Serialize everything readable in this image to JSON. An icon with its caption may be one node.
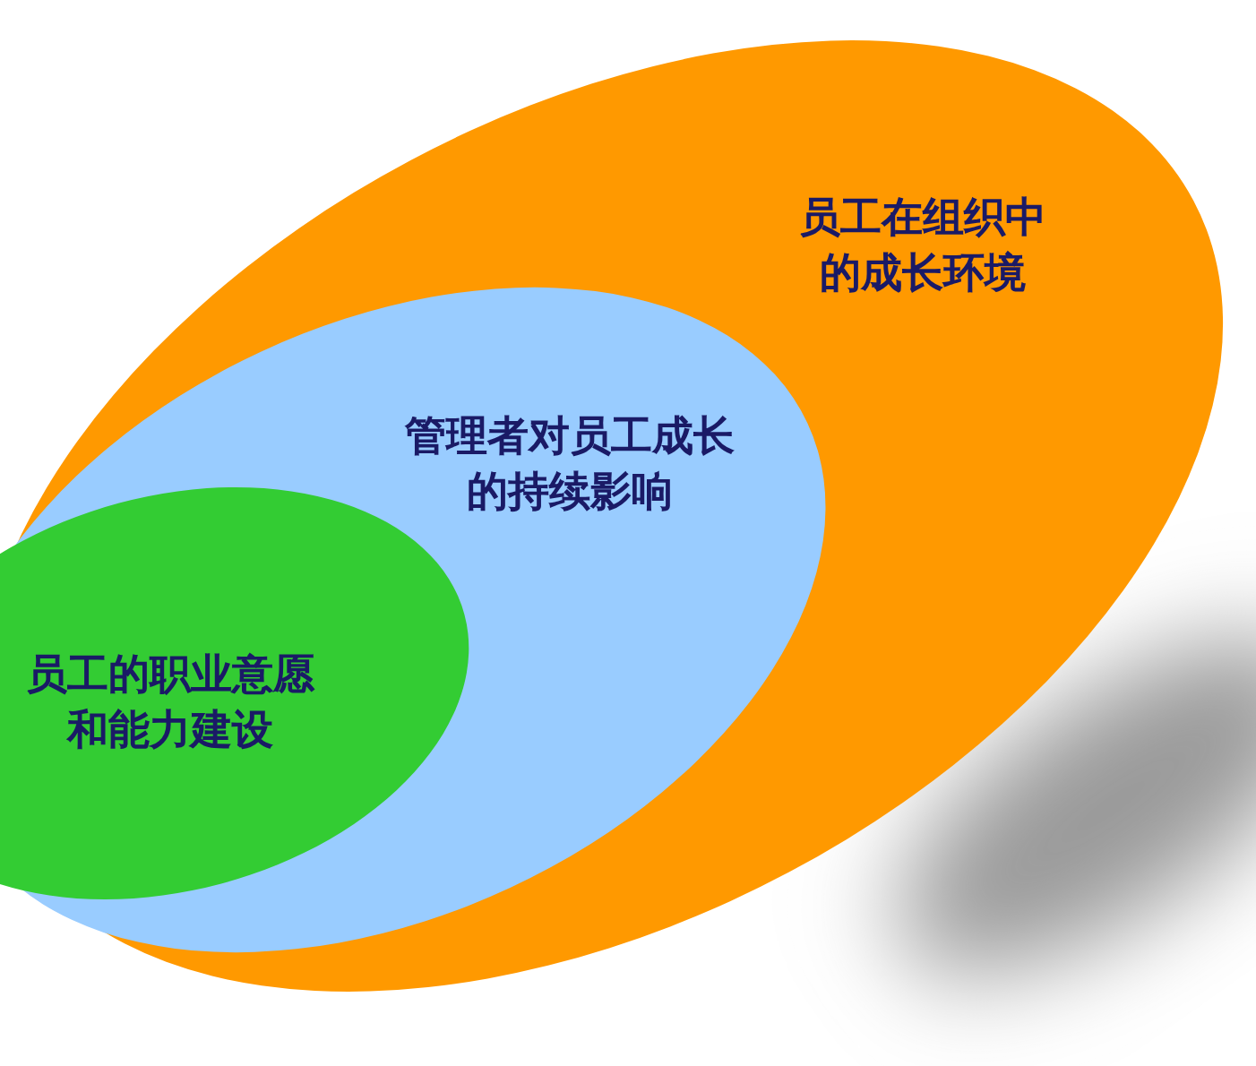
{
  "diagram": {
    "nodes": [
      {
        "text": [
          "员工在组织中的成长环境"
        ]
      },
      {
        "text": [
          "管理者对员工成长的持续影响"
        ],
        "in": 0
      },
      {
        "text": [
          "员工的职业意愿和能力建设"
        ],
        "in": 1
      }
    ]
  }
}
